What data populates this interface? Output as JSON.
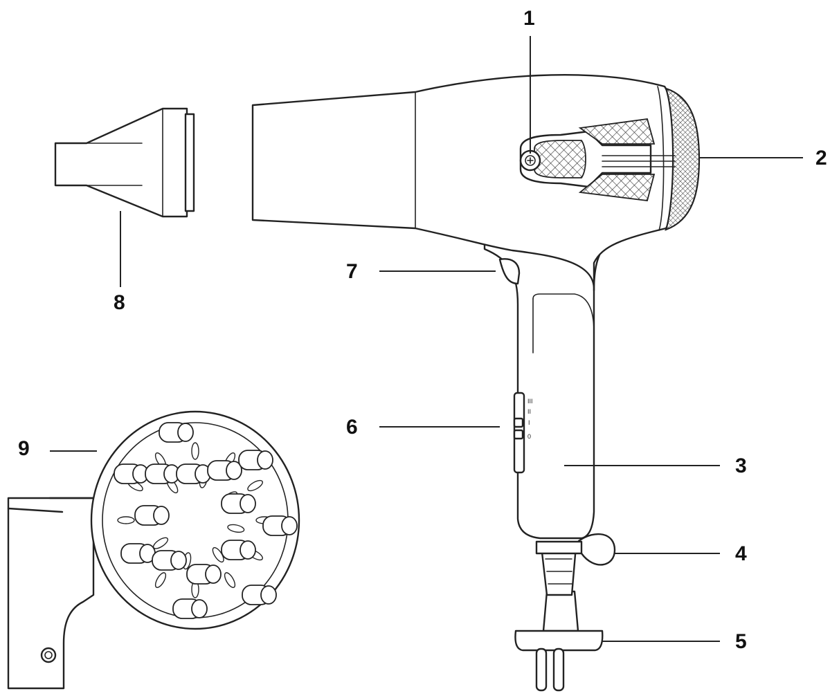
{
  "callouts": [
    {
      "id": "1"
    },
    {
      "id": "2"
    },
    {
      "id": "3"
    },
    {
      "id": "4"
    },
    {
      "id": "5"
    },
    {
      "id": "6"
    },
    {
      "id": "7"
    },
    {
      "id": "8"
    },
    {
      "id": "9"
    }
  ],
  "switch_marks": [
    "III",
    "II",
    "I",
    "0"
  ],
  "colors": {
    "line": "#222222",
    "text": "#111111",
    "background": "#ffffff"
  }
}
